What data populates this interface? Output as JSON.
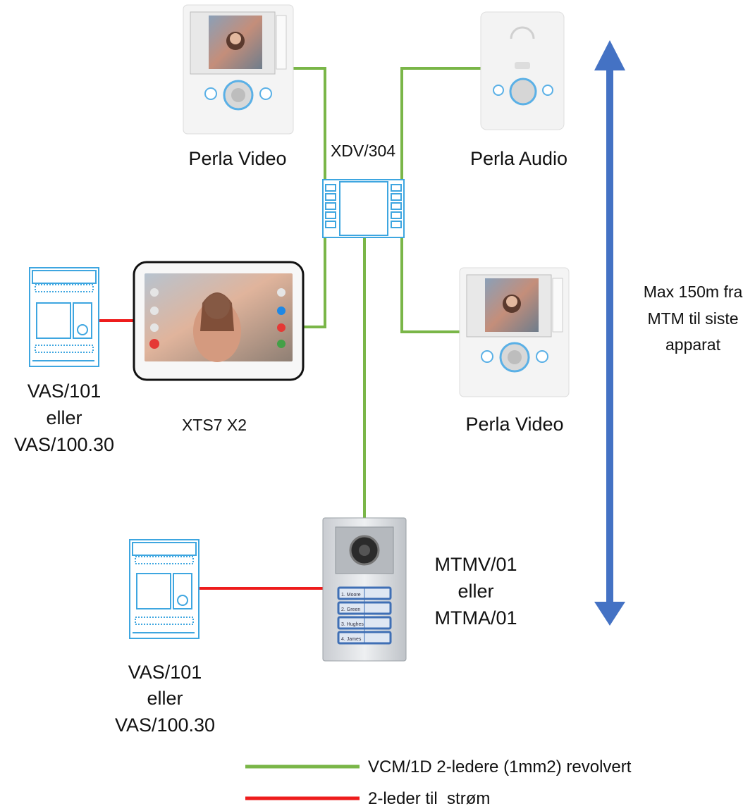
{
  "colors": {
    "bus_wire": "#7ab648",
    "power_wire": "#ee1c1c",
    "arrow": "#4472c4",
    "device_outline": "#3ea6e0"
  },
  "devices": {
    "perla_video_top": "Perla Video",
    "perla_audio": "Perla Audio",
    "xdv": "XDV/304",
    "perla_video_right": "Perla Video",
    "xts7": "XTS7 X2",
    "vas_top": {
      "line1": "VAS/101",
      "line2": "eller",
      "line3": "VAS/100.30"
    },
    "vas_bottom": {
      "line1": "VAS/101",
      "line2": "eller",
      "line3": "VAS/100.30"
    },
    "mtm": {
      "line1": "MTMV/01",
      "line2": "eller",
      "line3": "MTMA/01"
    }
  },
  "distance_note": {
    "line1": "Max 150m fra",
    "line2": "MTM til siste",
    "line3": "apparat"
  },
  "panel_names": [
    "1. Moore",
    "2. Green",
    "3. Hughes",
    "4. James"
  ],
  "legend": {
    "green": "VCM/1D 2-ledere (1mm2) revolvert",
    "red": "2-leder til  strøm"
  }
}
